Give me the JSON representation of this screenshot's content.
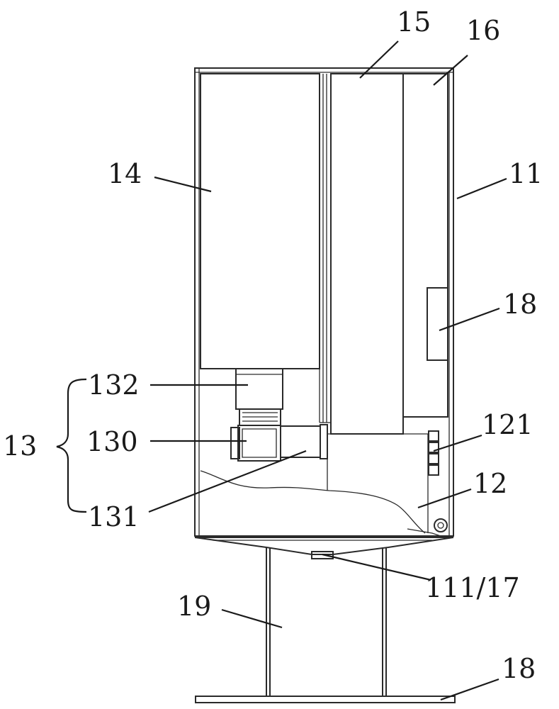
{
  "labels": {
    "l15": "15",
    "l16": "16",
    "l14": "14",
    "l11": "11",
    "l18_top": "18",
    "l132": "132",
    "l13": "13",
    "l130": "130",
    "l121": "121",
    "l12": "12",
    "l131": "131",
    "l111_17": "111/17",
    "l19": "19",
    "l18_bottom": "18"
  }
}
